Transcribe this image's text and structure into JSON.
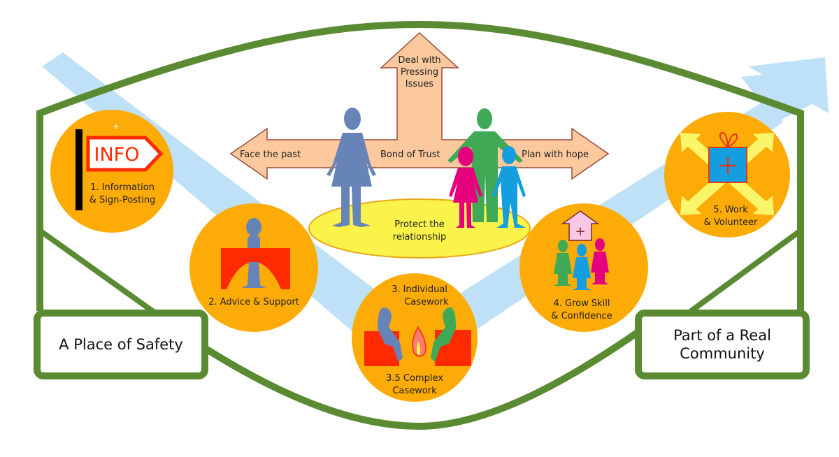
{
  "title_boxes": {
    "start": "A Place of Safety",
    "end": "Part of a Real\nCommunity"
  },
  "center": {
    "arrow_up": [
      "Deal with",
      "Pressing",
      "Issues"
    ],
    "arrow_left": "Face the past",
    "arrow_center": "Bond of Trust",
    "arrow_right": "Plan with hope",
    "ellipse": [
      "Protect the",
      "relationship"
    ]
  },
  "stages": [
    {
      "id": "1",
      "lines": [
        "1. Information",
        "& Sign-Posting"
      ],
      "icon": "info-sign-icon",
      "icon_text": "INFO"
    },
    {
      "id": "2",
      "lines": [
        "2. Advice & Support"
      ],
      "icon": "person-at-desk-icon"
    },
    {
      "id": "3",
      "lines_top": [
        "3. Individual",
        "Casework"
      ],
      "lines_bottom": [
        "3.5 Complex",
        "Casework"
      ],
      "icon": "fireside-chat-icon"
    },
    {
      "id": "4",
      "lines": [
        "4. Grow Skill",
        "& Confidence"
      ],
      "icon": "people-house-icon"
    },
    {
      "id": "5",
      "lines": [
        "5. Work",
        "& Volunteer"
      ],
      "icon": "gift-arrows-icon"
    }
  ],
  "colors": {
    "green_border": "#5a8a32",
    "light_blue_path": "#bfe1f7",
    "orange_circle": "#fdab06",
    "peach_arrow": "#fcc99e",
    "arrow_outline": "#9a4a3a",
    "yellow_ellipse": "#fbf24a",
    "red": "#ff2a00",
    "blue_person": "#6784b9",
    "green_person": "#3fa955",
    "pink_person": "#e5007e",
    "cyan_person": "#149ee0"
  }
}
